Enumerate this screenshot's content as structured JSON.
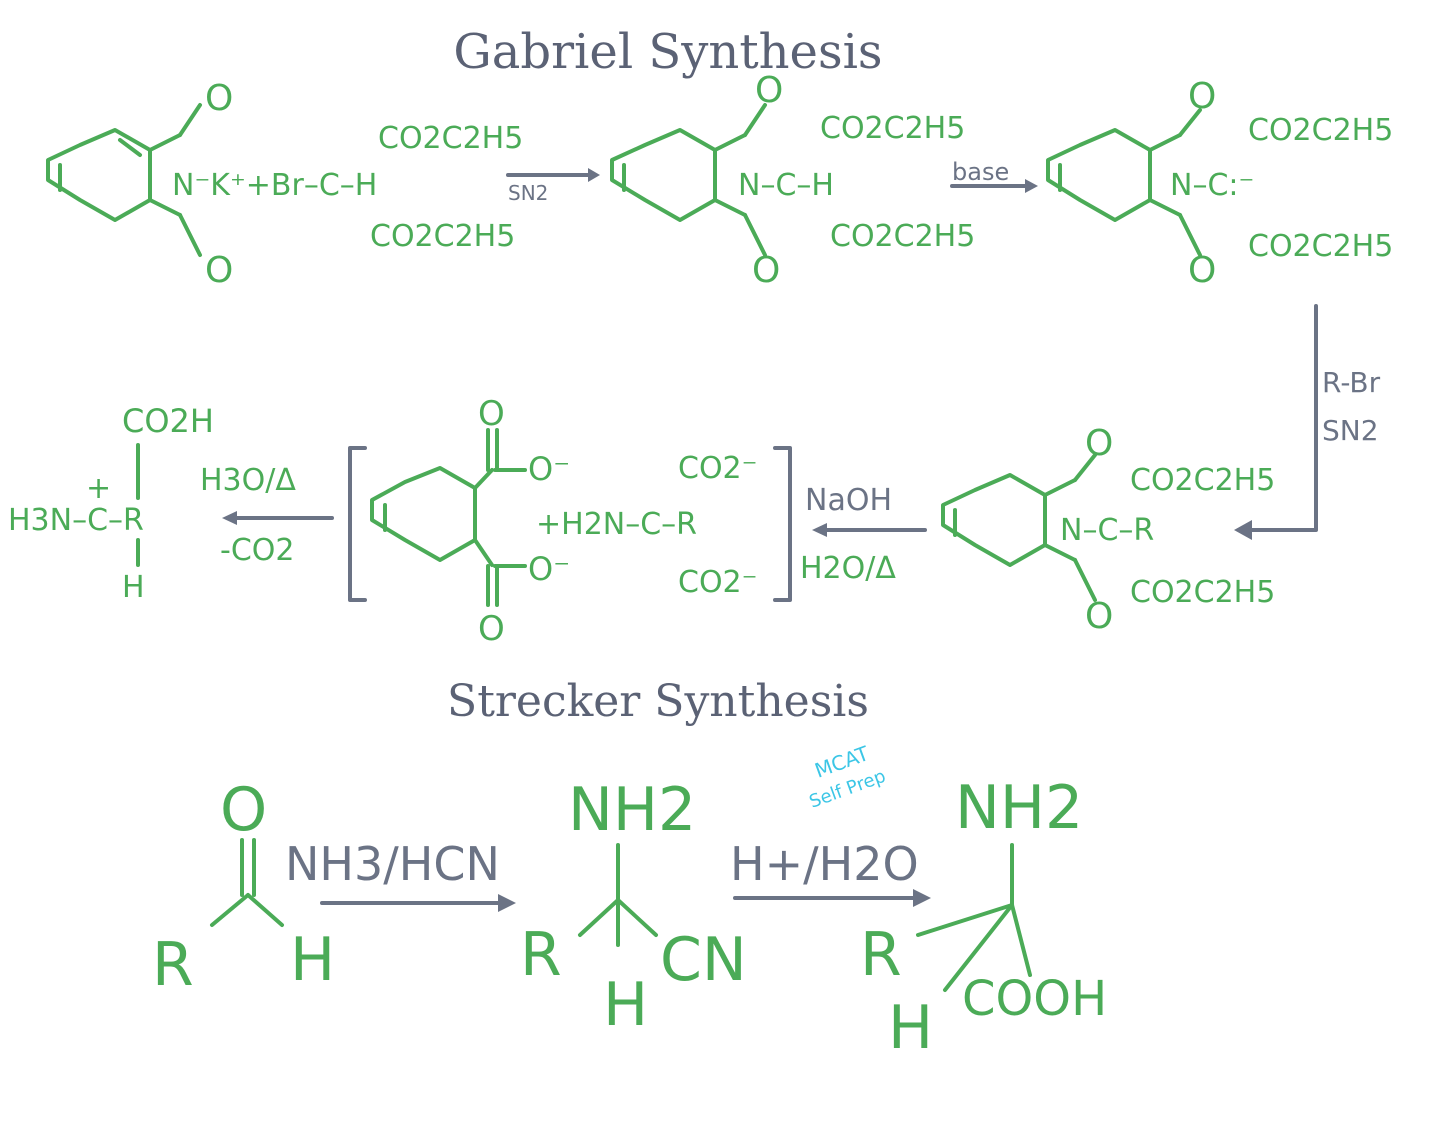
{
  "gabriel": {
    "title": "Gabriel Synthesis",
    "step1": {
      "left_ester_top": "CO2C2H5",
      "left_ester_bottom": "CO2C2H5",
      "counterion": "N⁻K⁺+Br–C–H",
      "oxygen": "O",
      "arrow_label": "SN2"
    },
    "step2": {
      "c_h": "N–C–H",
      "ester_top": "CO2C2H5",
      "ester_bottom": "CO2C2H5",
      "arrow_label": "base"
    },
    "step3": {
      "carbanion": "N–C:⁻",
      "ester_top": "CO2C2H5",
      "ester_bottom": "CO2C2H5"
    },
    "step4_arrow": {
      "line1": "R-Br",
      "line2": "SN2"
    },
    "step4": {
      "c_r": "N–C–R",
      "ester_top": "CO2C2H5",
      "ester_bottom": "CO2C2H5"
    },
    "step5_arrow": {
      "line1": "NaOH",
      "line2": "H2O/Δ"
    },
    "bracket": {
      "carboxylate_top": "O⁻",
      "carboxylate_bottom": "O⁻",
      "amine": "+H2N–C–R",
      "co2_top": "CO2⁻",
      "co2_bottom": "CO2⁻",
      "oxygen": "O"
    },
    "step6_arrow": {
      "line1": "H3O/Δ",
      "line2": "-CO2"
    },
    "product": {
      "top": "CO2H",
      "middle": "H3N–C–R",
      "bottom": "H",
      "charge": "+"
    }
  },
  "strecker": {
    "title": "Strecker Synthesis",
    "aldehyde": {
      "o": "O",
      "r": "R",
      "h": "H"
    },
    "arrow1_label": "NH3/HCN",
    "aminonitrile": {
      "top": "NH2",
      "r": "R",
      "h": "H",
      "cn": "CN"
    },
    "arrow2_label": "H+/H2O",
    "amino_acid": {
      "top": "NH2",
      "r": "R",
      "h": "H",
      "cooh": "COOH"
    },
    "watermark": {
      "line1": "MCAT",
      "line2": "Self Prep"
    }
  },
  "colors": {
    "structure": "#4bab57",
    "reagent": "#6b7385",
    "title": "#5b6275",
    "watermark": "#3cc6e6"
  }
}
